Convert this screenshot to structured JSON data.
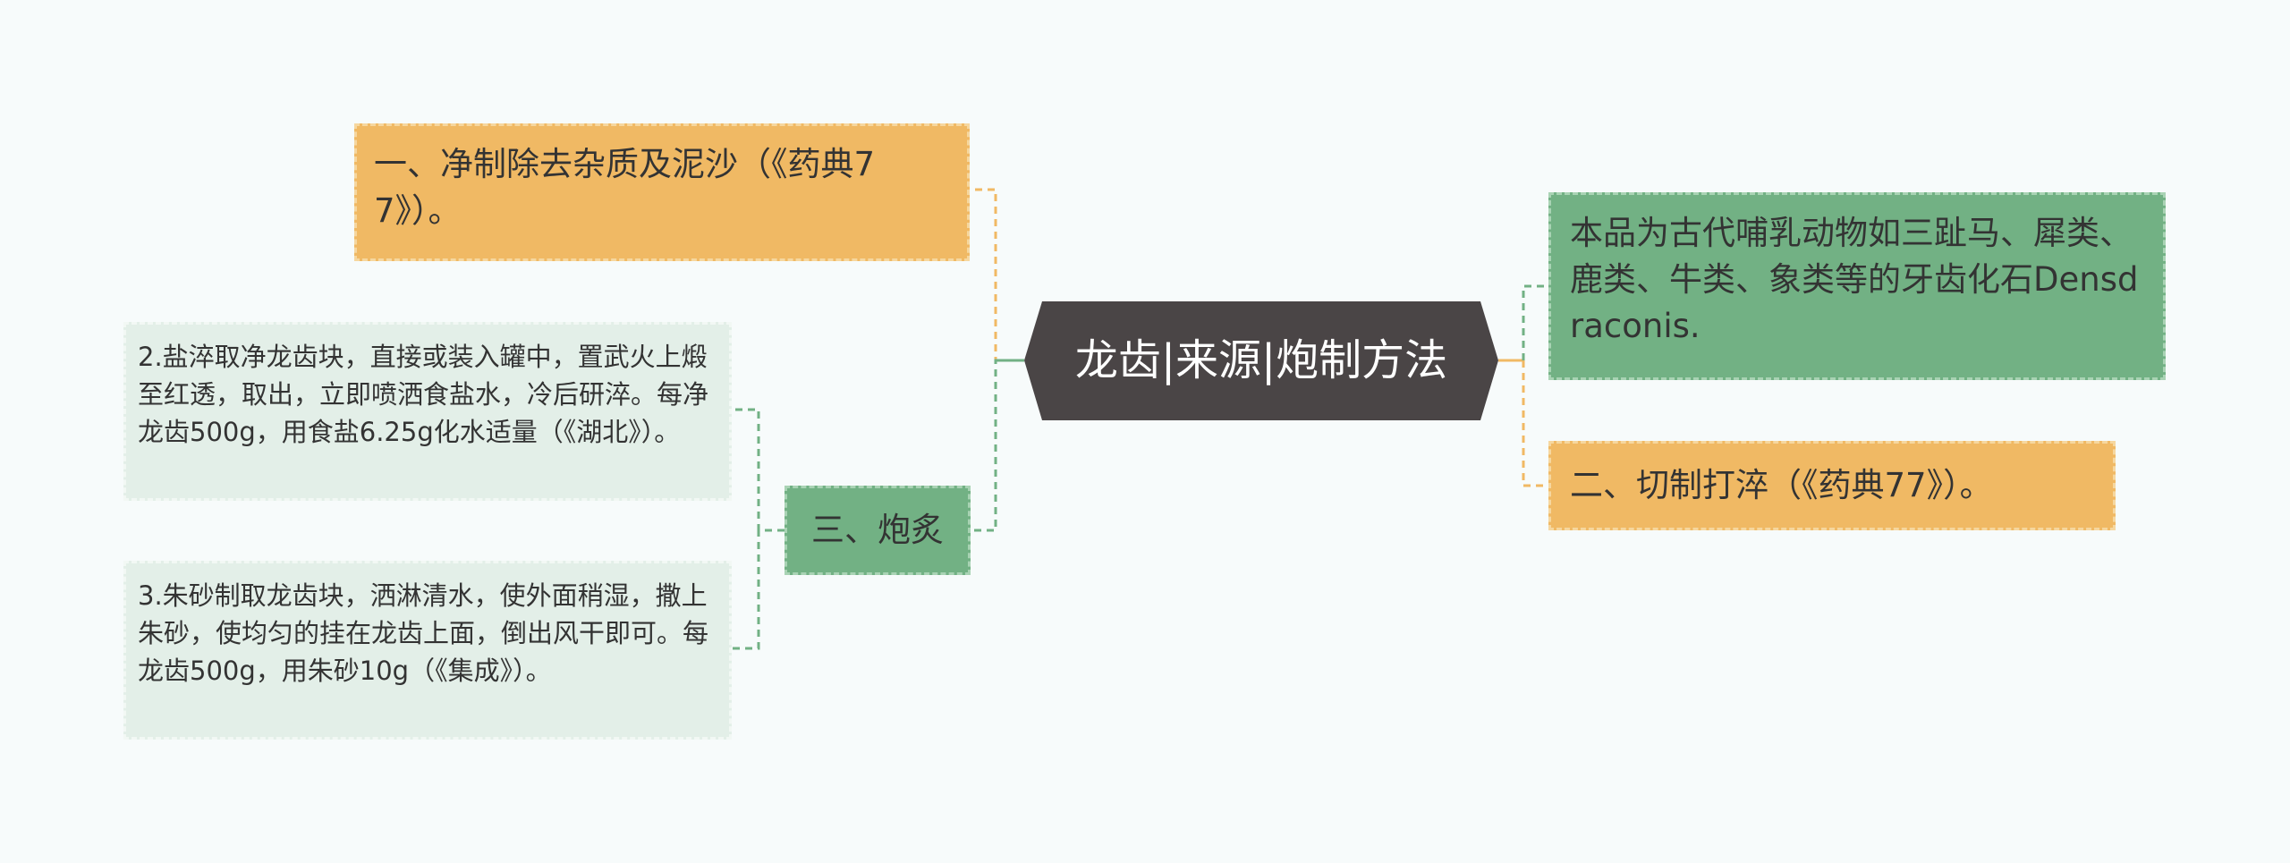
{
  "title": "龙齿|来源|炮制方法",
  "branches": {
    "jingzhi": "一、净制除去杂质及泥沙（《药典77》）。",
    "paozhi": "三、炮炙",
    "yancui": "2.盐淬取净龙齿块，直接或装入罐中，置武火上煅至红透，取出，立即喷洒食盐水，冷后研淬。每净龙齿500g，用食盐6.25g化水适量（《湖北》）。",
    "zhusha": "3.朱砂制取龙齿块，洒淋清水，使外面稍湿，撒上朱砂，使均匀的挂在龙齿上面，倒出风干即可。每龙齿500g，用朱砂10g（《集成》）。",
    "laiyuan": "本品为古代哺乳动物如三趾马、犀类、鹿类、牛类、象类等的牙齿化石Densdraconis.",
    "qiezhi": "二、切制打淬（《药典77》）。"
  },
  "colors": {
    "center": "#4a4546",
    "orange": "#f0b964",
    "green": "#72b184",
    "pale": "#e3efe8",
    "orange_line": "#f0b964",
    "green_line": "#72b184"
  }
}
